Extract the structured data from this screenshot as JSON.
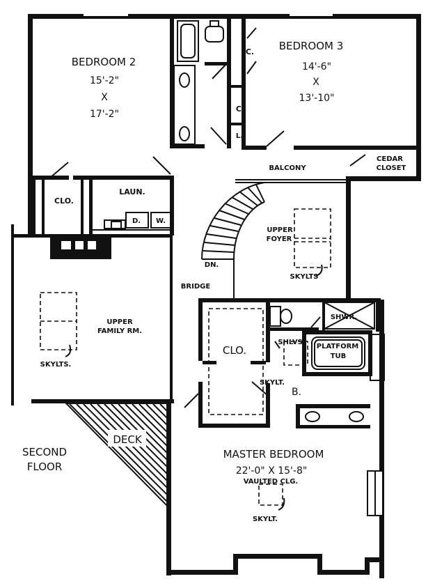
{
  "rooms": {
    "bedroom2": {
      "name": "BEDROOM 2",
      "dim1": "15'-2\"",
      "x": "X",
      "dim2": "17'-2\""
    },
    "bedroom3": {
      "name": "BEDROOM 3",
      "dim1": "14'-6\"",
      "x": "X",
      "dim2": "13'-10\""
    },
    "master": {
      "name": "MASTER BEDROOM",
      "dims": "22'-0\" X 15'-8\"",
      "ceiling": "VAULTED CLG."
    },
    "family": {
      "name_line1": "UPPER",
      "name_line2": "FAMILY RM."
    },
    "foyer": {
      "name_line1": "UPPER",
      "name_line2": "FOYER"
    }
  },
  "labels": {
    "closet_c1": "C.",
    "closet_c2": "C.",
    "linen": "L.",
    "balcony": "BALCONY",
    "cedar_closet_1": "CEDAR",
    "cedar_closet_2": "CLOSET",
    "closet_left": "CLO.",
    "laundry": "LAUN.",
    "dryer": "D.",
    "washer": "W.",
    "down": "DN.",
    "bridge": "BRIDGE",
    "skylights_foyer": "SKYLTS",
    "skylights_family": "SKYLTS.",
    "closet_master": "CLO.",
    "shower": "SHWR.",
    "shelves": "SHLVS.",
    "platform_1": "PLATFORM",
    "platform_2": "TUB",
    "skylight_bath": "SKYLT.",
    "bath": "B.",
    "deck": "DECK",
    "skylight_master": "SKYLT.",
    "floor_1": "SECOND",
    "floor_2": "FLOOR"
  }
}
